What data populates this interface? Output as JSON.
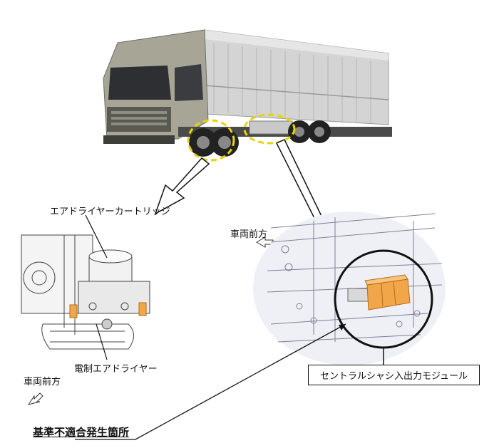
{
  "labels": {
    "air_dryer_cartridge": "エアドライヤーカートリッジ",
    "vehicle_front_right": "車両前方",
    "vehicle_front_left": "車両前方",
    "electric_air_dryer": "電制エアドライヤー",
    "central_chassis_module": "セントラルシャシ入出力モジュール",
    "nonconformity_location": "基準不適合発生箇所"
  },
  "colors": {
    "highlight_circle": "#e8d400",
    "module_orange": "#f2a64a",
    "truck_cab": "#a7a69a",
    "cargo_body": "#c9c9c9"
  }
}
